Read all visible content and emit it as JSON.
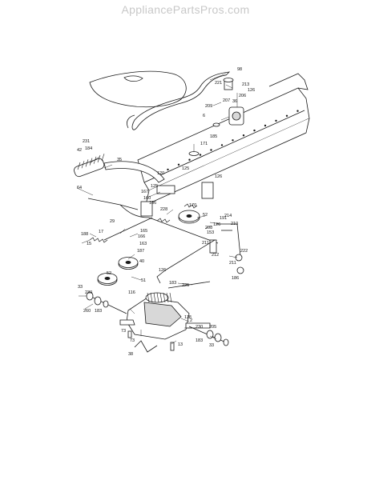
{
  "watermark": "AppliancePartsPros.com",
  "colors": {
    "line": "#1a1a1a",
    "fill": "#ffffff",
    "shade": "#d8d8d8",
    "watermark": "#c8c8c8"
  },
  "parts": [
    {
      "id": "p98",
      "label": "98"
    },
    {
      "id": "p221a",
      "label": "221"
    },
    {
      "id": "p213",
      "label": "213"
    },
    {
      "id": "p209",
      "label": "209"
    },
    {
      "id": "p207",
      "label": "207"
    },
    {
      "id": "p206a",
      "label": "206"
    },
    {
      "id": "p36",
      "label": "36"
    },
    {
      "id": "p126a",
      "label": "126"
    },
    {
      "id": "p6",
      "label": "6"
    },
    {
      "id": "p185",
      "label": "185"
    },
    {
      "id": "p171",
      "label": "171"
    },
    {
      "id": "p231",
      "label": "231"
    },
    {
      "id": "p184",
      "label": "184"
    },
    {
      "id": "p42",
      "label": "42"
    },
    {
      "id": "p35",
      "label": "35"
    },
    {
      "id": "p120a",
      "label": "120"
    },
    {
      "id": "p125a",
      "label": "125"
    },
    {
      "id": "p125b",
      "label": "125"
    },
    {
      "id": "p64",
      "label": "64"
    },
    {
      "id": "p126b",
      "label": "126"
    },
    {
      "id": "p167",
      "label": "167"
    },
    {
      "id": "p160",
      "label": "160"
    },
    {
      "id": "p186",
      "label": "186"
    },
    {
      "id": "p228",
      "label": "228"
    },
    {
      "id": "p170",
      "label": "170"
    },
    {
      "id": "p52a",
      "label": "52"
    },
    {
      "id": "p191",
      "label": "191"
    },
    {
      "id": "p214",
      "label": "214"
    },
    {
      "id": "p210",
      "label": "210"
    },
    {
      "id": "p29",
      "label": "29"
    },
    {
      "id": "p17",
      "label": "17"
    },
    {
      "id": "p188",
      "label": "188"
    },
    {
      "id": "p15",
      "label": "15"
    },
    {
      "id": "p165",
      "label": "165"
    },
    {
      "id": "p166",
      "label": "166"
    },
    {
      "id": "p163a",
      "label": "163"
    },
    {
      "id": "p187",
      "label": "187"
    },
    {
      "id": "p40",
      "label": "40"
    },
    {
      "id": "p52b",
      "label": "52"
    },
    {
      "id": "p51",
      "label": "51"
    },
    {
      "id": "p208",
      "label": "208"
    },
    {
      "id": "p153",
      "label": "153"
    },
    {
      "id": "p126c",
      "label": "126"
    },
    {
      "id": "p211a",
      "label": "211"
    },
    {
      "id": "p211b",
      "label": "211"
    },
    {
      "id": "p212",
      "label": "212"
    },
    {
      "id": "p222",
      "label": "222"
    },
    {
      "id": "p186b",
      "label": "186"
    },
    {
      "id": "p126d",
      "label": "126"
    },
    {
      "id": "p225",
      "label": "225"
    },
    {
      "id": "p183a",
      "label": "183"
    },
    {
      "id": "p33a",
      "label": "33"
    },
    {
      "id": "p230a",
      "label": "230"
    },
    {
      "id": "p260",
      "label": "260"
    },
    {
      "id": "p183b",
      "label": "183"
    },
    {
      "id": "p116",
      "label": "116"
    },
    {
      "id": "p118",
      "label": "118"
    },
    {
      "id": "p230b",
      "label": "230"
    },
    {
      "id": "p2",
      "label": "2"
    },
    {
      "id": "p73a",
      "label": "73"
    },
    {
      "id": "p73b",
      "label": "73"
    },
    {
      "id": "p13",
      "label": "13"
    },
    {
      "id": "p183c",
      "label": "183"
    },
    {
      "id": "p205",
      "label": "205"
    },
    {
      "id": "p33b",
      "label": "33"
    },
    {
      "id": "p38",
      "label": "38"
    }
  ]
}
